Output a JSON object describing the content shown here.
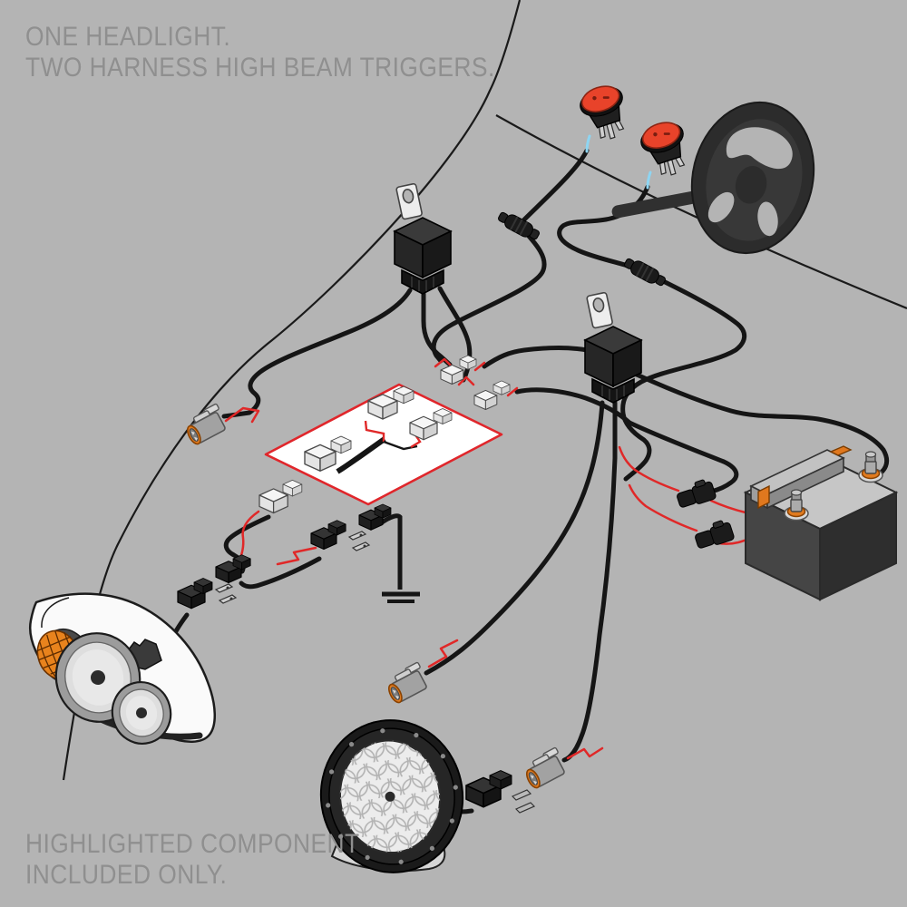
{
  "title": {
    "line1": "ONE HEADLIGHT.",
    "line2": "TWO HARNESS HIGH BEAM TRIGGERS."
  },
  "footer": {
    "line1": "HIGHLIGHTED COMPONENT",
    "line2": "INCLUDED ONLY."
  },
  "colors": {
    "background": "#b4b4b4",
    "text": "#8f8f8f",
    "wire-black": "#151515",
    "wire-red": "#e02828",
    "wire-blue": "#8ed5f2",
    "switch-red": "#e8432a",
    "seal-orange": "#e07a1e",
    "highlight-border": "#e0262b",
    "highlight-fill": "#ffffff"
  },
  "components": [
    "headlight-assembly",
    "led-driving-light",
    "car-battery",
    "relay-1",
    "relay-2",
    "rocker-switch-1",
    "rocker-switch-2",
    "steering-wheel",
    "highlighted-h4-splitter",
    "deutsch-dt-connector-1",
    "deutsch-dt-connector-2",
    "deutsch-dt-connector-3",
    "inline-connector-1",
    "inline-connector-2",
    "fuse-holder-1",
    "fuse-holder-2",
    "ground-point",
    "h4-trigger-connector-pair-1",
    "h4-trigger-connector-pair-2"
  ]
}
